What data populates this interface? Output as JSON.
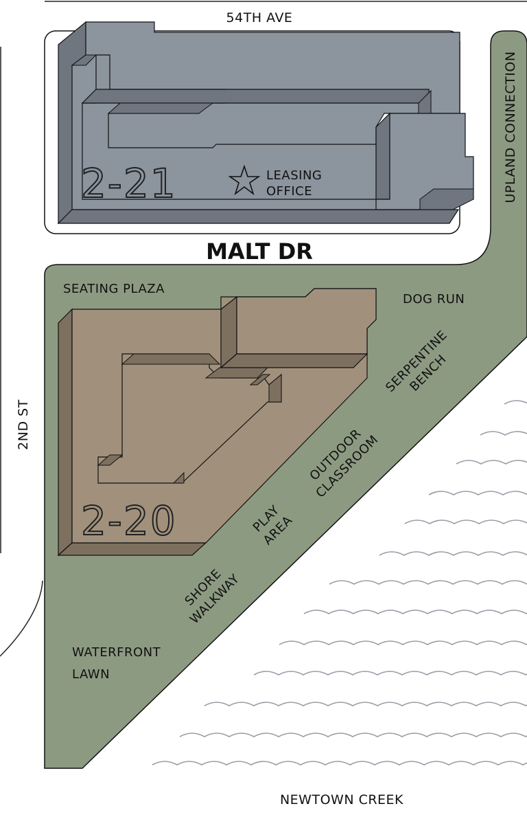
{
  "streets": {
    "top": "54TH AVE",
    "left": "2ND ST",
    "right": "UPLAND CONNECTION",
    "middle": "MALT DR",
    "bottom": "NEWTOWN CREEK"
  },
  "buildings": {
    "north": {
      "number": "2-21",
      "color": "#8c949e",
      "dark": "#6f7680"
    },
    "south": {
      "number": "2-20",
      "color": "#a1917c",
      "dark": "#7d705f"
    }
  },
  "leasing_office": {
    "line1": "LEASING",
    "line2": "OFFICE",
    "icon": "star-icon"
  },
  "amenities": {
    "seating_plaza": "SEATING PLAZA",
    "dog_run": "DOG RUN",
    "serpentine_line1": "SERPENTINE",
    "serpentine_line2": "BENCH",
    "outdoor_line1": "OUTDOOR",
    "outdoor_line2": "CLASSROOM",
    "play_line1": "PLAY",
    "play_line2": "AREA",
    "shore_line1": "SHORE",
    "shore_line2": "WALKWAY",
    "waterfront_line1": "WATERFRONT",
    "waterfront_line2": "LAWN"
  },
  "colors": {
    "park_green": "#8d9a82",
    "water_wave": "#9a9aa6",
    "outline": "#111111"
  }
}
